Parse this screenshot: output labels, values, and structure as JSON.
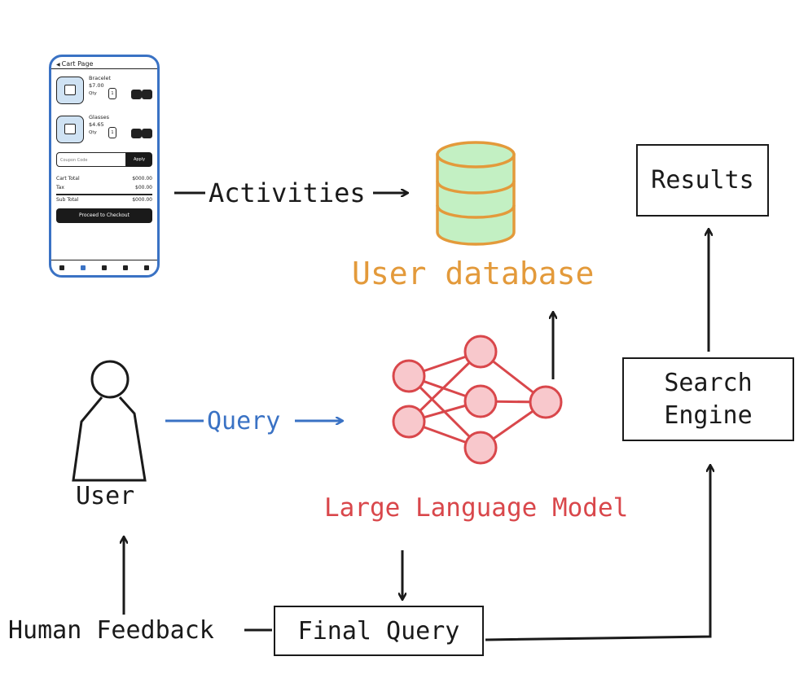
{
  "colors": {
    "ink": "#1a1a1a",
    "query_blue": "#3a72c4",
    "database_orange": "#e39a3b",
    "database_fill": "#c3f0c3",
    "llm_red": "#d9474b",
    "llm_fill": "#f8c8cc"
  },
  "phone": {
    "header": "Cart Page",
    "items": [
      {
        "name": "Bracelet",
        "price": "$7.00",
        "qty_label": "Qty",
        "qty": "1"
      },
      {
        "name": "Glasses",
        "price": "$4.65",
        "qty_label": "Qty",
        "qty": "1"
      }
    ],
    "coupon_placeholder": "Coupon Code",
    "apply_label": "Apply",
    "cart_total_label": "Cart Total",
    "cart_total_value": "$000.00",
    "tax_label": "Tax",
    "tax_value": "$00.00",
    "subtotal_label": "Sub Total",
    "subtotal_value": "$000.00",
    "checkout_label": "Proceed to Checkout"
  },
  "labels": {
    "activities": "Activities",
    "user_database": "User database",
    "results": "Results",
    "search_engine_line1": "Search",
    "search_engine_line2": "Engine",
    "user": "User",
    "query": "Query",
    "llm": "Large Language Model",
    "human_feedback": "Human Feedback",
    "final_query": "Final Query"
  }
}
